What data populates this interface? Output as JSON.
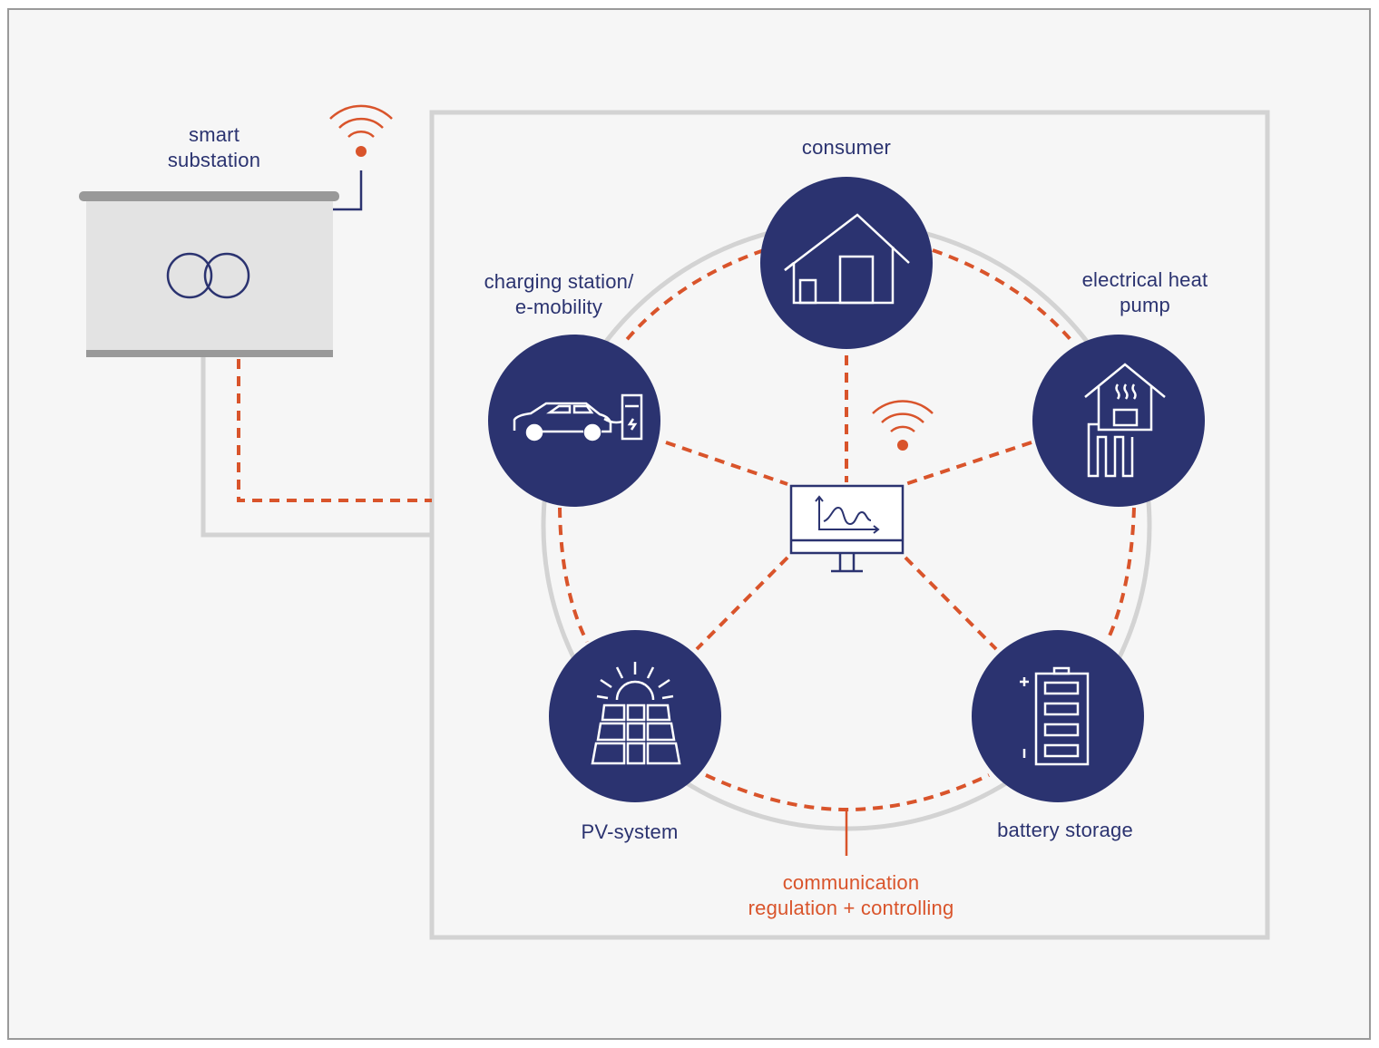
{
  "colors": {
    "navy": "#2b3370",
    "orange": "#d9542b",
    "light_gray": "#d3d3d3",
    "box_fill": "#e3e3e3",
    "page_bg": "#f6f6f6",
    "frame": "#9a9a9a"
  },
  "substation": {
    "title_line1": "smart",
    "title_line2": "substation",
    "icon": "transformer-icon"
  },
  "nodes": {
    "consumer": {
      "label": "consumer",
      "icon": "house-icon"
    },
    "charging": {
      "label_line1": "charging station/",
      "label_line2": "e-mobility",
      "icon": "car-charging-icon"
    },
    "heat_pump": {
      "label_line1": "electrical heat",
      "label_line2": "pump",
      "icon": "heat-pump-icon"
    },
    "pv": {
      "label": "PV-system",
      "icon": "solar-panel-icon"
    },
    "battery": {
      "label": "battery storage",
      "icon": "battery-icon"
    }
  },
  "center": {
    "icon": "monitor-chart-icon"
  },
  "communication": {
    "line1": "communication",
    "line2": "regulation + controlling"
  }
}
